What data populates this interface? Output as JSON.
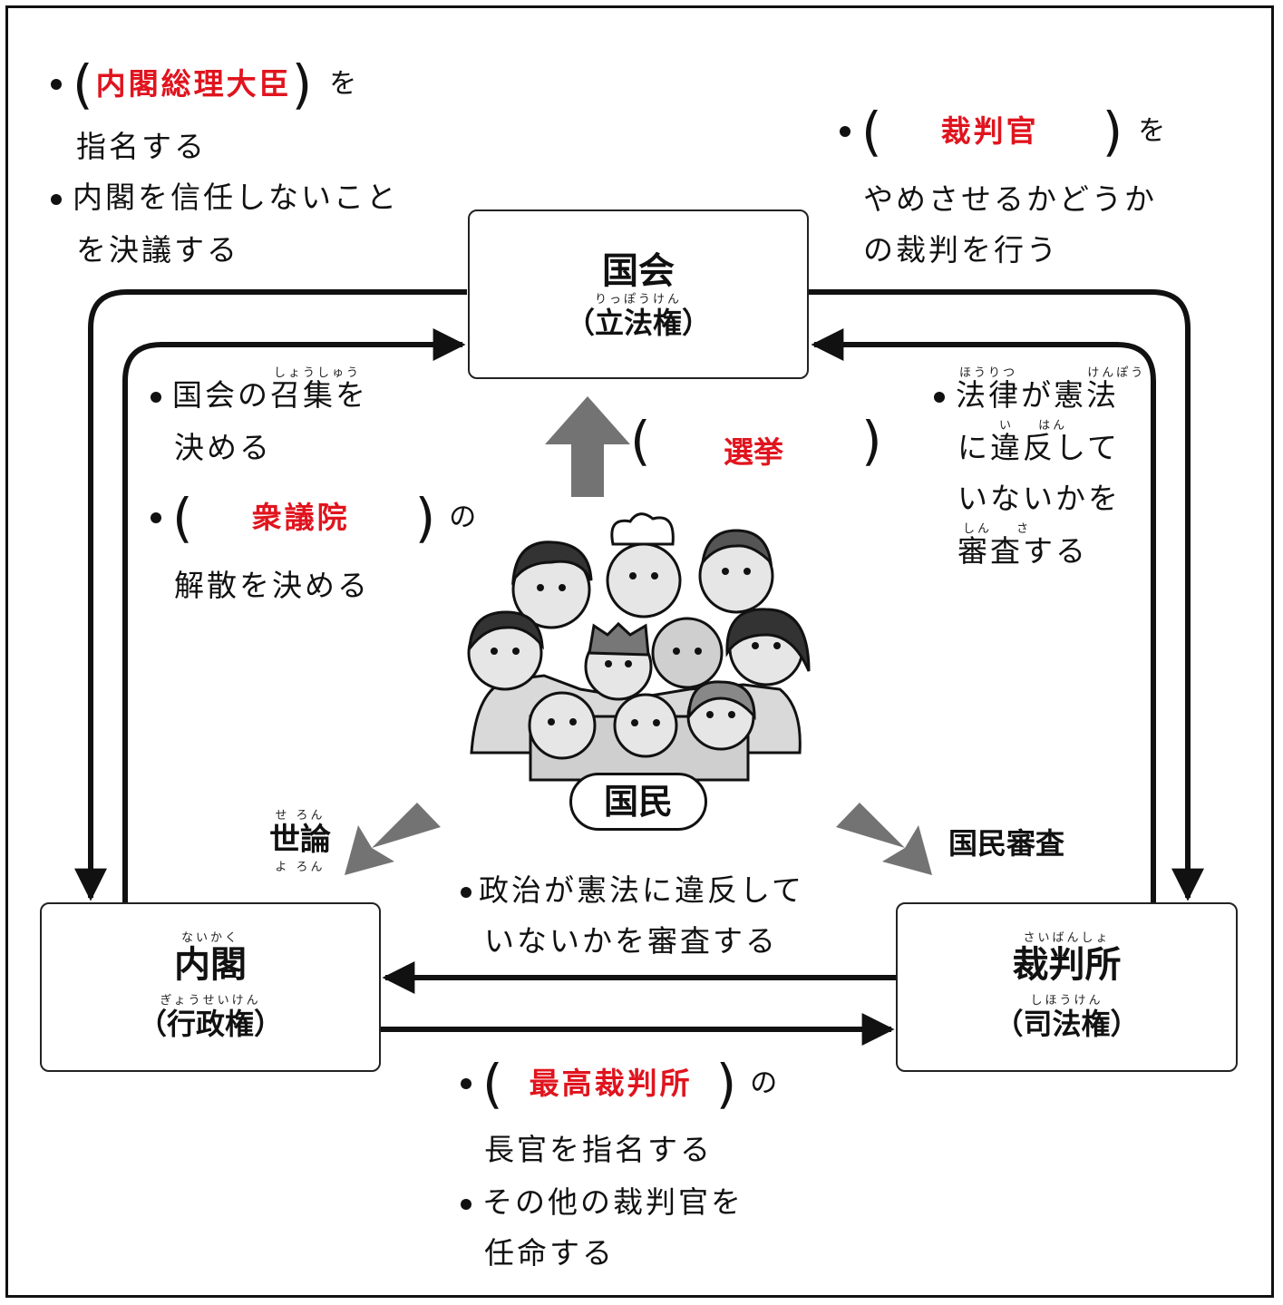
{
  "boxes": {
    "kokkai": {
      "ruby": "りっぽうけん",
      "title": "国会",
      "sub": "（立法権）"
    },
    "naikaku": {
      "ruby_title": "ないかく",
      "title": "内閣",
      "ruby_sub": "ぎょうせいけん",
      "sub": "（行政権）"
    },
    "saibansho": {
      "ruby_title": "さいばんしょ",
      "title": "裁判所",
      "ruby_sub": "しほうけん",
      "sub": "（司法権）"
    }
  },
  "people_label": "国民",
  "arrows": {
    "up_open": "(",
    "up_answer": "選挙",
    "up_close": ")",
    "left_ruby_top": "せ ろん",
    "left_label": "世論",
    "left_ruby_bottom": "よ ろん",
    "right_label": "国民審査"
  },
  "top_left": {
    "line1_answer": "内閣総理大臣",
    "line1_suffix": "を",
    "line2": "指名する",
    "line3": "内閣を信任しないこと",
    "line4": "を決議する"
  },
  "top_right": {
    "answer": "裁判官",
    "suffix": "を",
    "line2": "やめさせるかどうか",
    "line3": "の裁判を行う"
  },
  "inner_left": {
    "ruby": "しょうしゅう",
    "line1": "国会の召集を",
    "line2": "決める",
    "answer": "衆議院",
    "suffix": "の",
    "line4": "解散を決める"
  },
  "inner_right": {
    "ruby1": "ほうりつ けんぽう",
    "line1": "法律が憲法",
    "ruby2": "い はん",
    "line2": "に違反して",
    "line3": "いないかを",
    "ruby4": "しん さ",
    "line4": "審査する"
  },
  "bottom_middle": {
    "line1": "政治が憲法に違反して",
    "line2": "いないかを審査する"
  },
  "bottom": {
    "answer": "最高裁判所",
    "suffix": "の",
    "line2": "長官を指名する",
    "line3": "その他の裁判官を",
    "line4": "任命する"
  },
  "colors": {
    "answer": "#e0141e",
    "gray_arrow": "#737373",
    "line": "#111111"
  }
}
